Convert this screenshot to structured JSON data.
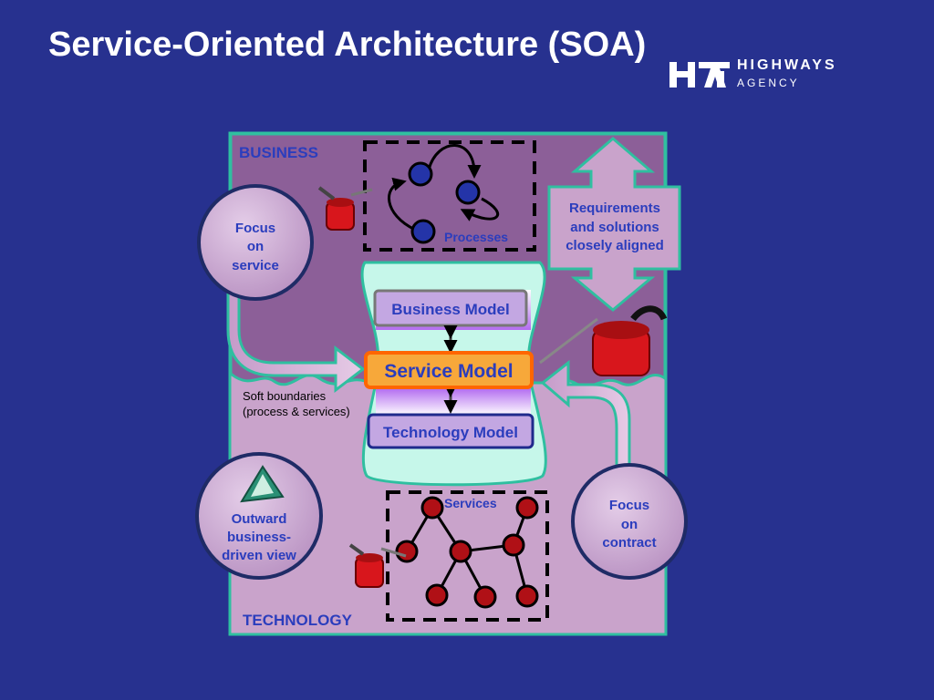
{
  "slide": {
    "title": "Service-Oriented Architecture (SOA)"
  },
  "logo": {
    "line1": "HIGHWAYS",
    "line2": "AGENCY"
  },
  "diagram": {
    "business_label": "BUSINESS",
    "technology_label": "TECHNOLOGY",
    "processes_label": "Processes",
    "services_label": "Services",
    "business_model": "Business Model",
    "service_model": "Service Model",
    "technology_model": "Technology Model",
    "soft_boundaries_line1": "Soft boundaries",
    "soft_boundaries_line2": "(process & services)",
    "requirements_line1": "Requirements",
    "requirements_line2": "and solutions",
    "requirements_line3": "closely aligned",
    "focus_service_line1": "Focus",
    "focus_service_line2": "on",
    "focus_service_line3": "service",
    "outward_line1": "Outward",
    "outward_line2": "business-",
    "outward_line3": "driven view",
    "focus_contract_line1": "Focus",
    "focus_contract_line2": "on",
    "focus_contract_line3": "contract",
    "colors": {
      "background": "#27318f",
      "business_panel": "#8c5f98",
      "technology_panel": "#c9a3cb",
      "border": "#2fbfa0",
      "label_blue": "#2b3dbd",
      "service_model_fill": "#f7a83a",
      "service_model_border": "#ff6600",
      "process_node": "#2434a8",
      "service_node": "#b01016"
    }
  }
}
